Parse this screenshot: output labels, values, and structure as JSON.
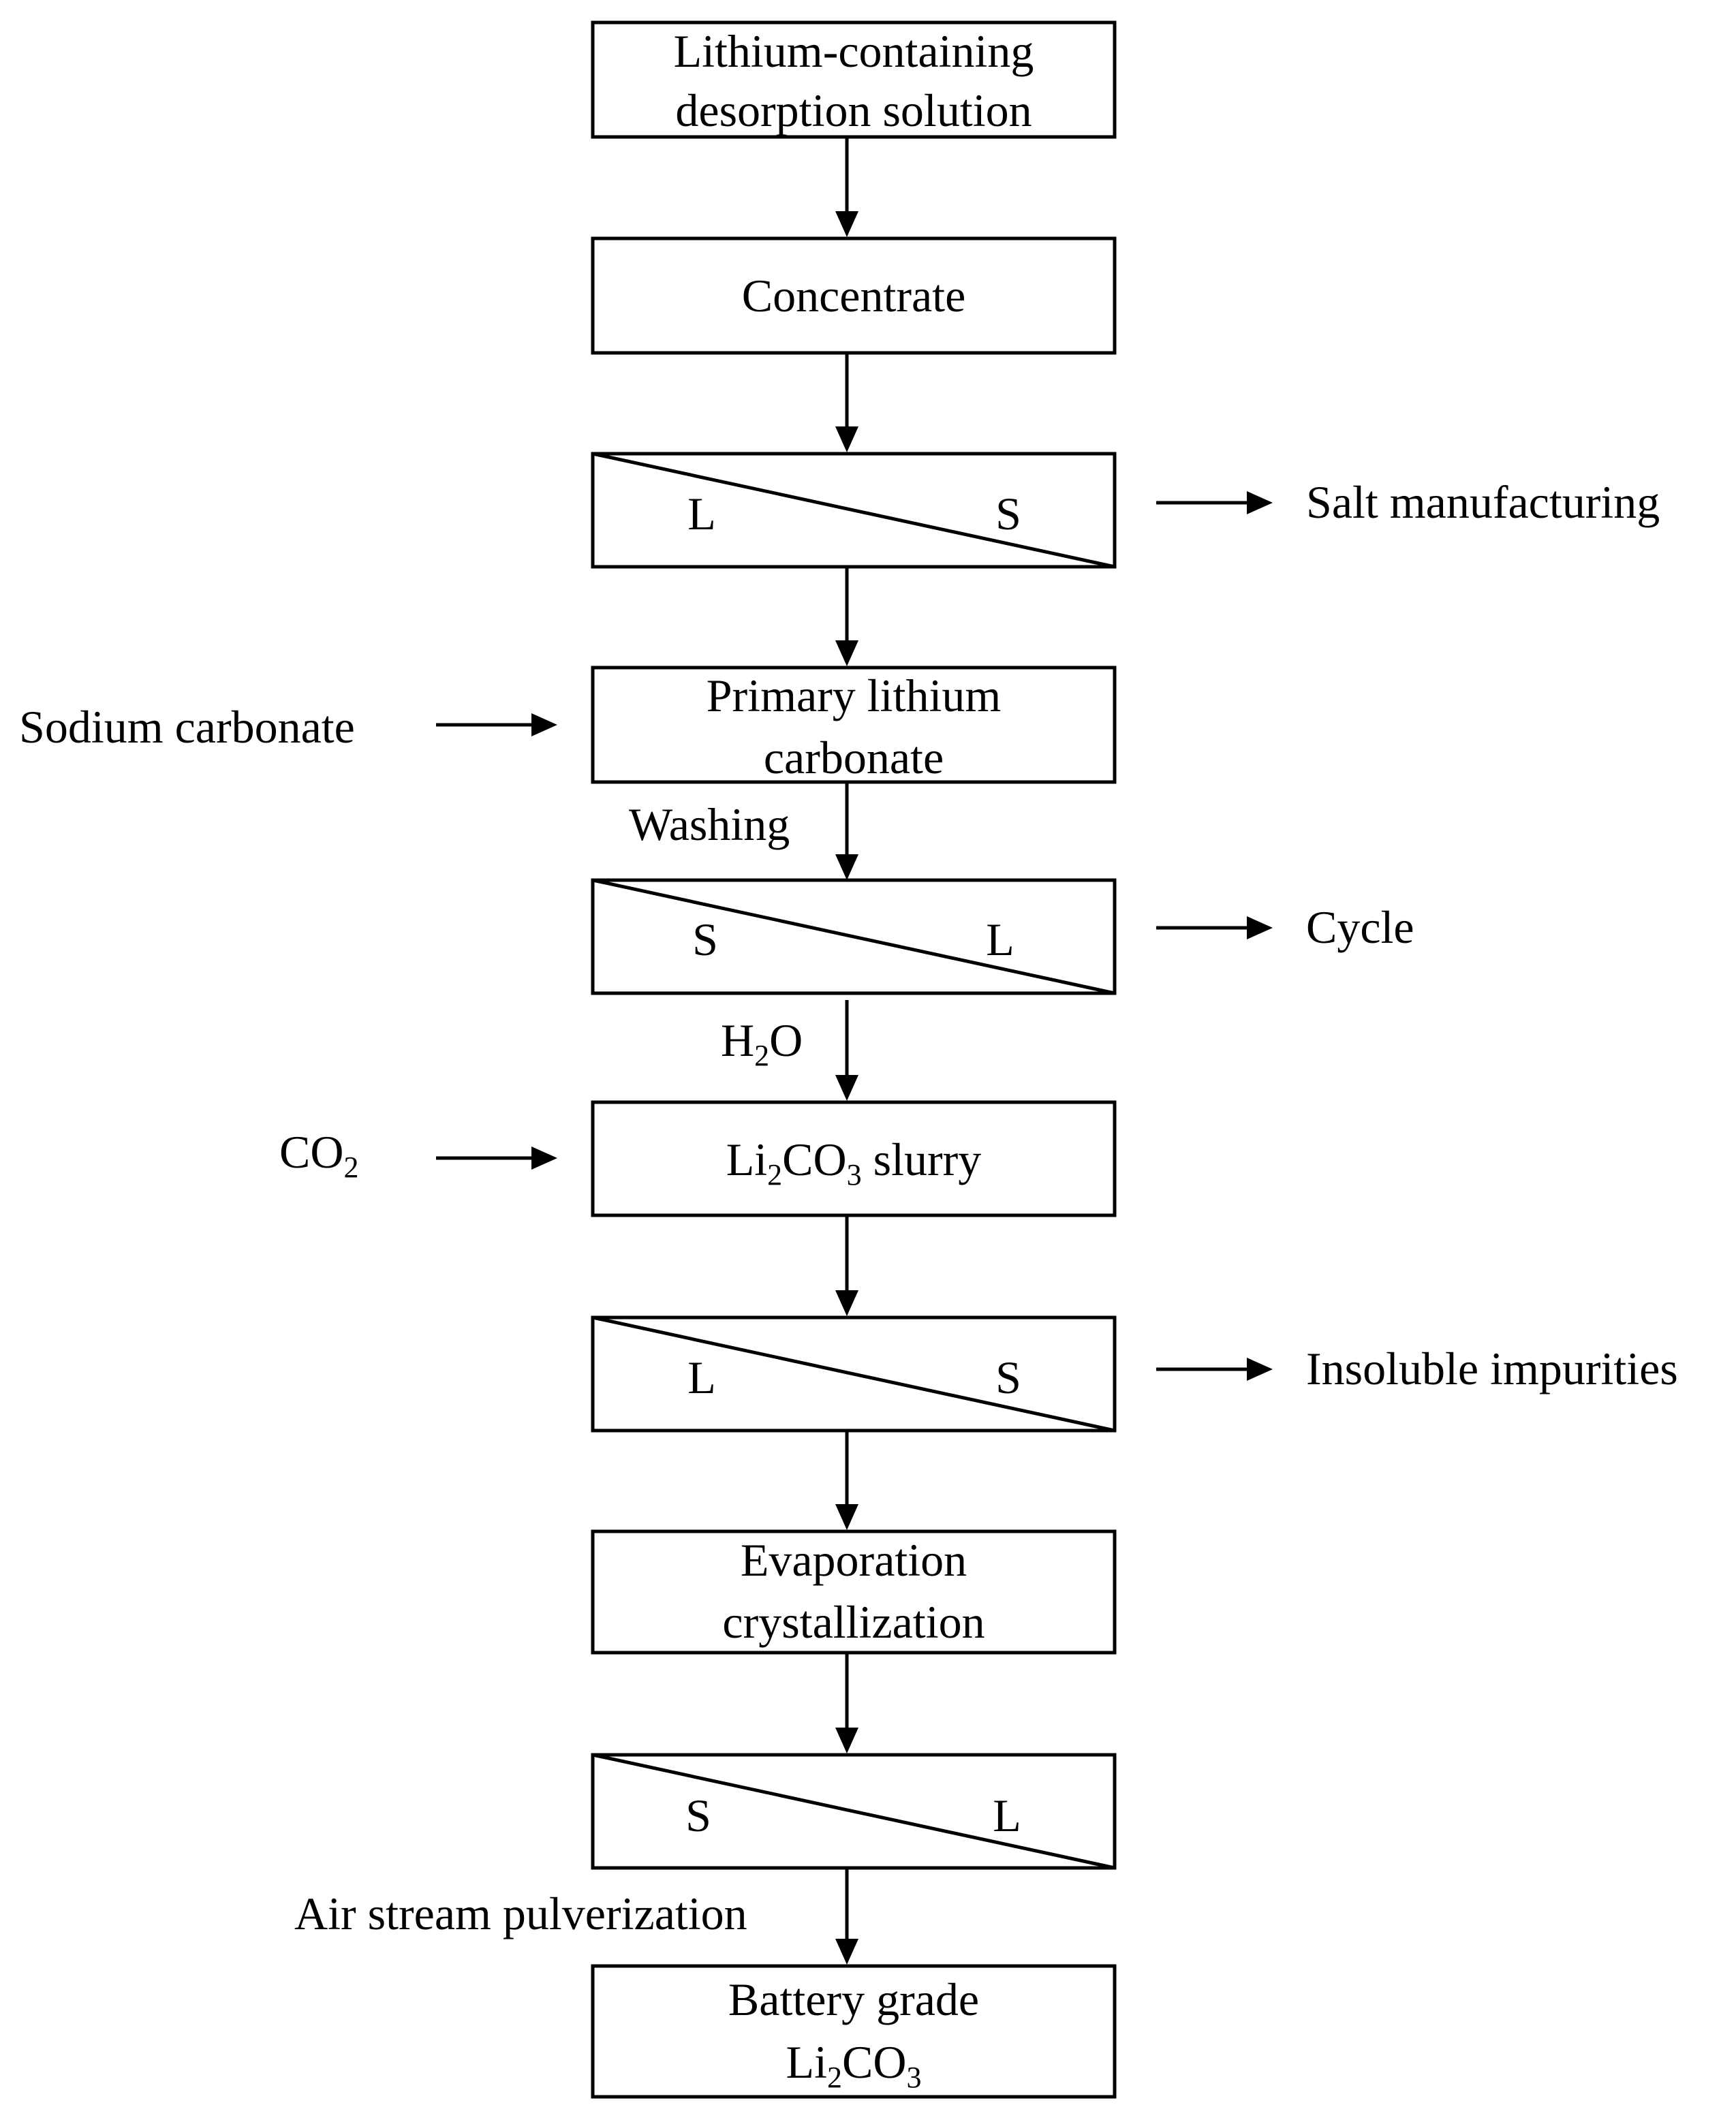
{
  "nodes": {
    "desorption": {
      "line1": "Lithium-containing",
      "line2": "desorption solution"
    },
    "concentrate": {
      "label": "Concentrate"
    },
    "primary": {
      "line1": "Primary lithium",
      "line2": "carbonate"
    },
    "slurry": {
      "a": "Li",
      "b": "2",
      "c": "CO",
      "d": "3",
      "e": " slurry"
    },
    "evaporation": {
      "line1": "Evaporation",
      "line2": "crystallization"
    },
    "battery": {
      "line1": "Battery grade",
      "a": "Li",
      "b": "2",
      "c": "CO",
      "d": "3"
    }
  },
  "separators": {
    "sep1": {
      "left": "L",
      "right": "S"
    },
    "sep2": {
      "left": "S",
      "right": "L"
    },
    "sep3": {
      "left": "L",
      "right": "S"
    },
    "sep4": {
      "left": "S",
      "right": "L"
    }
  },
  "side": {
    "salt": "Salt manufacturing",
    "sodium": "Sodium carbonate",
    "cycle": "Cycle",
    "co2": {
      "a": "CO",
      "b": "2"
    },
    "insoluble": "Insoluble impurities"
  },
  "flow_labels": {
    "washing": "Washing",
    "h2o": {
      "a": "H",
      "b": "2",
      "c": "O"
    },
    "air": "Air stream pulverization"
  }
}
